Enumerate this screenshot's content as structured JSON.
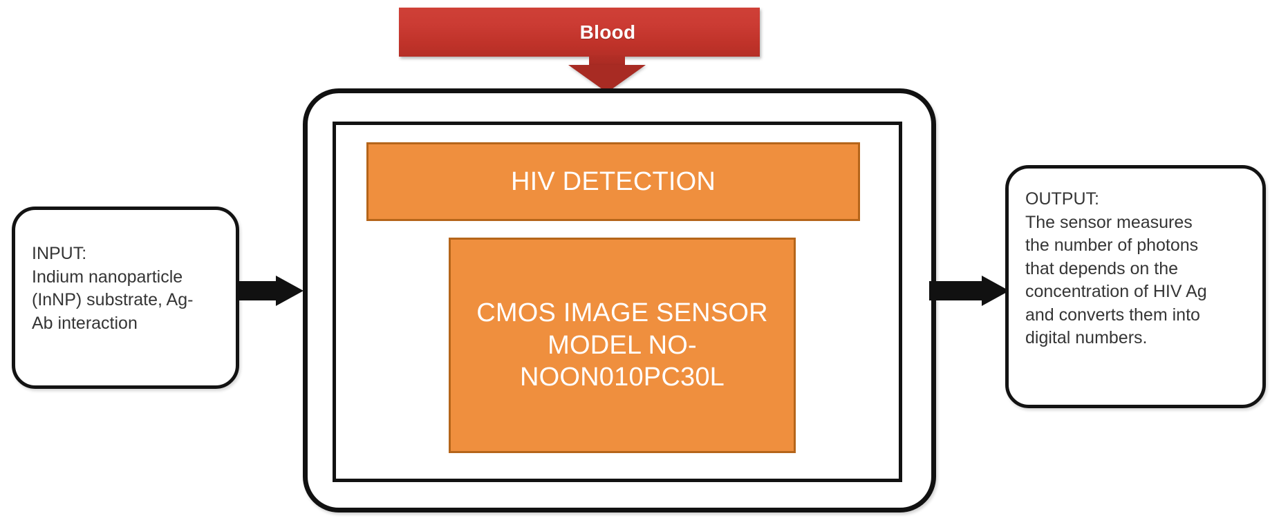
{
  "diagram": {
    "title": "HIV detection CMOS image sensor block diagram",
    "colors": {
      "blood_red": "#c2382f",
      "orange_fill": "#ef8f3e",
      "orange_border": "#b5651a",
      "outline_black": "#111111",
      "text_gray": "#353535",
      "background": "#ffffff"
    },
    "blood_source": {
      "label": "Blood",
      "arrow_direction": "down",
      "arrow_target": "device-outer"
    },
    "input": {
      "heading": "INPUT:",
      "body": "Indium nanoparticle (InNP) substrate, Ag-Ab interaction",
      "text": "INPUT:\nIndium nanoparticle\n(InNP) substrate, Ag-\nAb interaction"
    },
    "device": {
      "blocks": [
        {
          "id": "hiv-detection",
          "label": "HIV DETECTION"
        },
        {
          "id": "cmos-sensor",
          "label": "CMOS IMAGE SENSOR MODEL NO-NOON010PC30L"
        }
      ]
    },
    "output": {
      "heading": "OUTPUT:",
      "body": "The sensor measures the number of photons that depends on the concentration of HIV Ag and converts them into digital numbers.",
      "text": "OUTPUT:\nThe sensor measures\nthe number of photons\nthat depends on the\nconcentration of HIV Ag\nand converts them into\ndigital numbers."
    },
    "arrows": [
      {
        "id": "input-to-device",
        "direction": "right"
      },
      {
        "id": "device-to-output",
        "direction": "right"
      },
      {
        "id": "blood-to-device",
        "direction": "down"
      }
    ]
  }
}
